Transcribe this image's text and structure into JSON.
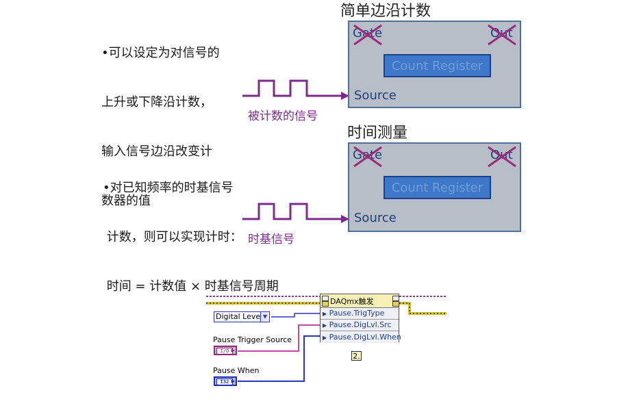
{
  "section1": {
    "bullet_lines": [
      "•可以设定为对信号的",
      "上升或下降沿计数，",
      "输入信号边沿改变计",
      "数器的值"
    ],
    "panel_title": "简单边沿计数",
    "gate_label": "Gate",
    "out_label": "Out",
    "register_label": "Count Register",
    "source_label": "Source",
    "signal_label": "被计数的信号"
  },
  "section2": {
    "bullet_lines": [
      "•对已知频率的时基信号",
      " 计数，则可以实现计时：",
      " 时间 = 计数值 × 时基信号周期"
    ],
    "panel_title": "时间测量",
    "gate_label": "Gate",
    "out_label": "Out",
    "register_label": "Count Register",
    "source_label": "Source",
    "signal_label": "时基信号"
  },
  "labview": {
    "node_title": "DAQmx触发",
    "properties": [
      "Pause.TrigType",
      "Pause.DigLvl.Src",
      "Pause.DigLvl.When"
    ],
    "ring_value": "Digital Level",
    "trigger_source_label": "Pause Trigger Source",
    "io_terminal": "I/O",
    "pause_when_label": "Pause When",
    "i32_terminal": "I32",
    "step_label": "2."
  },
  "colors": {
    "panel_fill": "#b7bec8",
    "panel_border": "#4f6f96",
    "register_fill": "#3f78c8",
    "signal_purple": "#7e2a8c",
    "cross_purple": "#9b2a7d",
    "pin_blue": "#1f3f79",
    "wire_error_yellow": "#d8c61e",
    "wire_blue": "#2d34c8"
  }
}
